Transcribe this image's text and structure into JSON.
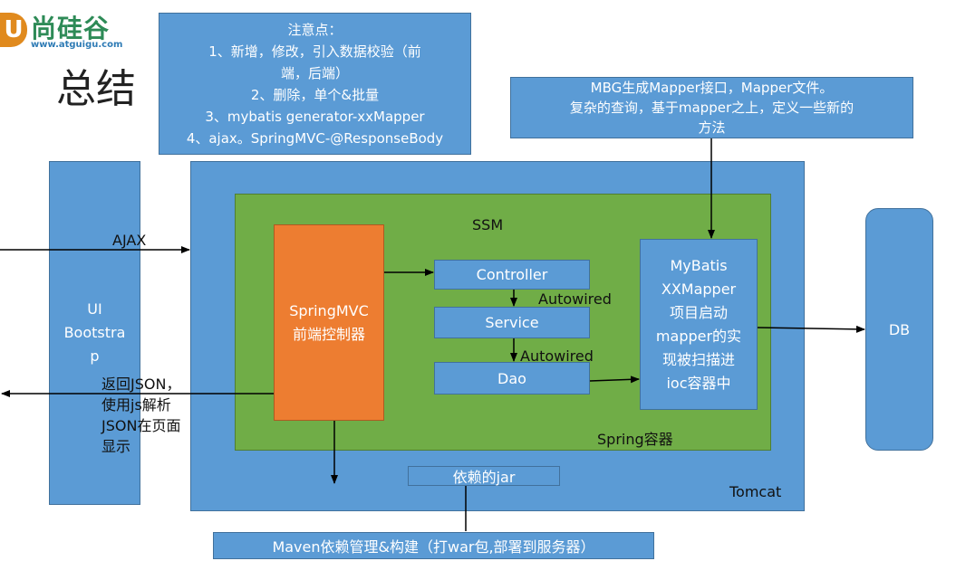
{
  "logo": {
    "mark": "U",
    "name": "尚硅谷",
    "url": "www.atguigu.com"
  },
  "title": "总结",
  "notes": {
    "lines": [
      "注意点：",
      "1、新增，修改，引入数据校验（前",
      "端，后端）",
      "2、删除，单个&批量",
      "3、mybatis generator-xxMapper",
      "4、ajax。SpringMVC-@ResponseBody"
    ]
  },
  "mbg": {
    "lines": [
      "MBG生成Mapper接口，Mapper文件。",
      "复杂的查询，基于mapper之上，定义一些新的",
      "方法"
    ]
  },
  "ui": {
    "lines": [
      "UI",
      "Bootstra",
      "p"
    ]
  },
  "ajax_label": "AJAX",
  "json_note": {
    "lines": [
      "返回JSON，",
      "使用js解析",
      "JSON在页面",
      "显示"
    ]
  },
  "tomcat_label": "Tomcat",
  "spring_label": "Spring容器",
  "ssm_label": "SSM",
  "springmvc": {
    "lines": [
      "SpringMVC",
      "前端控制器"
    ]
  },
  "controller": "Controller",
  "service": "Service",
  "dao": "Dao",
  "autowired_1": "Autowired",
  "autowired_2": "Autowired",
  "mybatis": {
    "lines": [
      "MyBatis",
      "XXMapper",
      "项目启动",
      "mapper的实",
      "现被扫描进",
      "ioc容器中"
    ]
  },
  "db": "DB",
  "jar": "依赖的jar",
  "maven": "Maven依赖管理&构建（打war包,部署到服务器）",
  "colors": {
    "box_blue": "#5b9bd5",
    "container_green": "#70ad47",
    "springmvc_orange": "#ed7d31",
    "arrow": "#000000"
  }
}
